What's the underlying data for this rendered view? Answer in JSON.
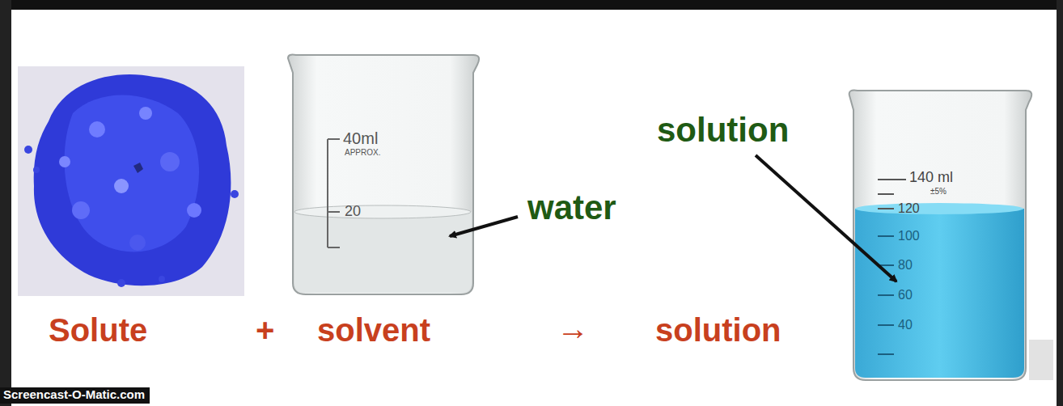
{
  "diagram": {
    "labels": [
      "Solute",
      "+",
      "solvent",
      "→",
      "solution",
      "water",
      "solution",
      "40ml",
      "APPROX.",
      "20",
      "140 ml",
      "±5%",
      "120",
      "100",
      "80",
      "60",
      "40",
      "Screencast-O-Matic.com"
    ]
  }
}
